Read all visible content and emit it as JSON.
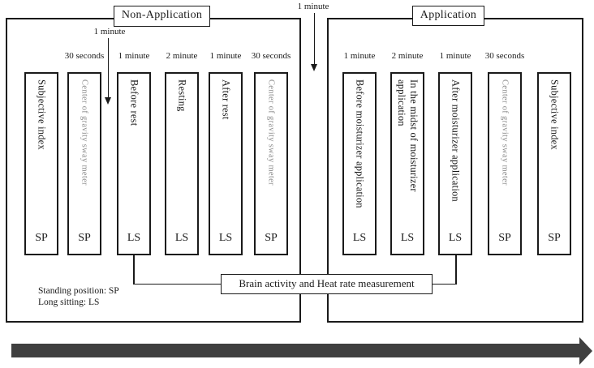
{
  "colors": {
    "ink": "#1a1a1a",
    "muted_label": "#8c8c8c",
    "timeline_arrow": "#3f3f3f"
  },
  "phases": [
    {
      "label": "Non-Application"
    },
    {
      "label": "Application"
    }
  ],
  "wait_annotations": [
    {
      "label": "1 minute"
    },
    {
      "label": "1 minute"
    }
  ],
  "bars": [
    {
      "duration": "",
      "label": "Subjective index",
      "posture": "SP"
    },
    {
      "duration": "30 seconds",
      "label": "Center of gravity sway meter",
      "posture": "SP"
    },
    {
      "duration": "1 minute",
      "label": "Before rest",
      "posture": "LS"
    },
    {
      "duration": "2 minute",
      "label": "Resting",
      "posture": "LS"
    },
    {
      "duration": "1 minute",
      "label": "After rest",
      "posture": "LS"
    },
    {
      "duration": "30 seconds",
      "label": "Center of gravity sway meter",
      "posture": "SP"
    },
    {
      "duration": "1 minute",
      "label": "Before moisturizer application",
      "posture": "LS"
    },
    {
      "duration": "2 minute",
      "label": "In the midst of moisturizer\napplication",
      "posture": "LS"
    },
    {
      "duration": "1 minute",
      "label": "After moisturizer application",
      "posture": "LS"
    },
    {
      "duration": "30 seconds",
      "label": "Center of gravity sway meter",
      "posture": "SP"
    },
    {
      "duration": "",
      "label": "Subjective index",
      "posture": "SP"
    }
  ],
  "measurement_box": {
    "label": "Brain activity and Heat rate measurement"
  },
  "legend": {
    "line1": "Standing position: SP",
    "line2": "Long sitting: LS"
  }
}
